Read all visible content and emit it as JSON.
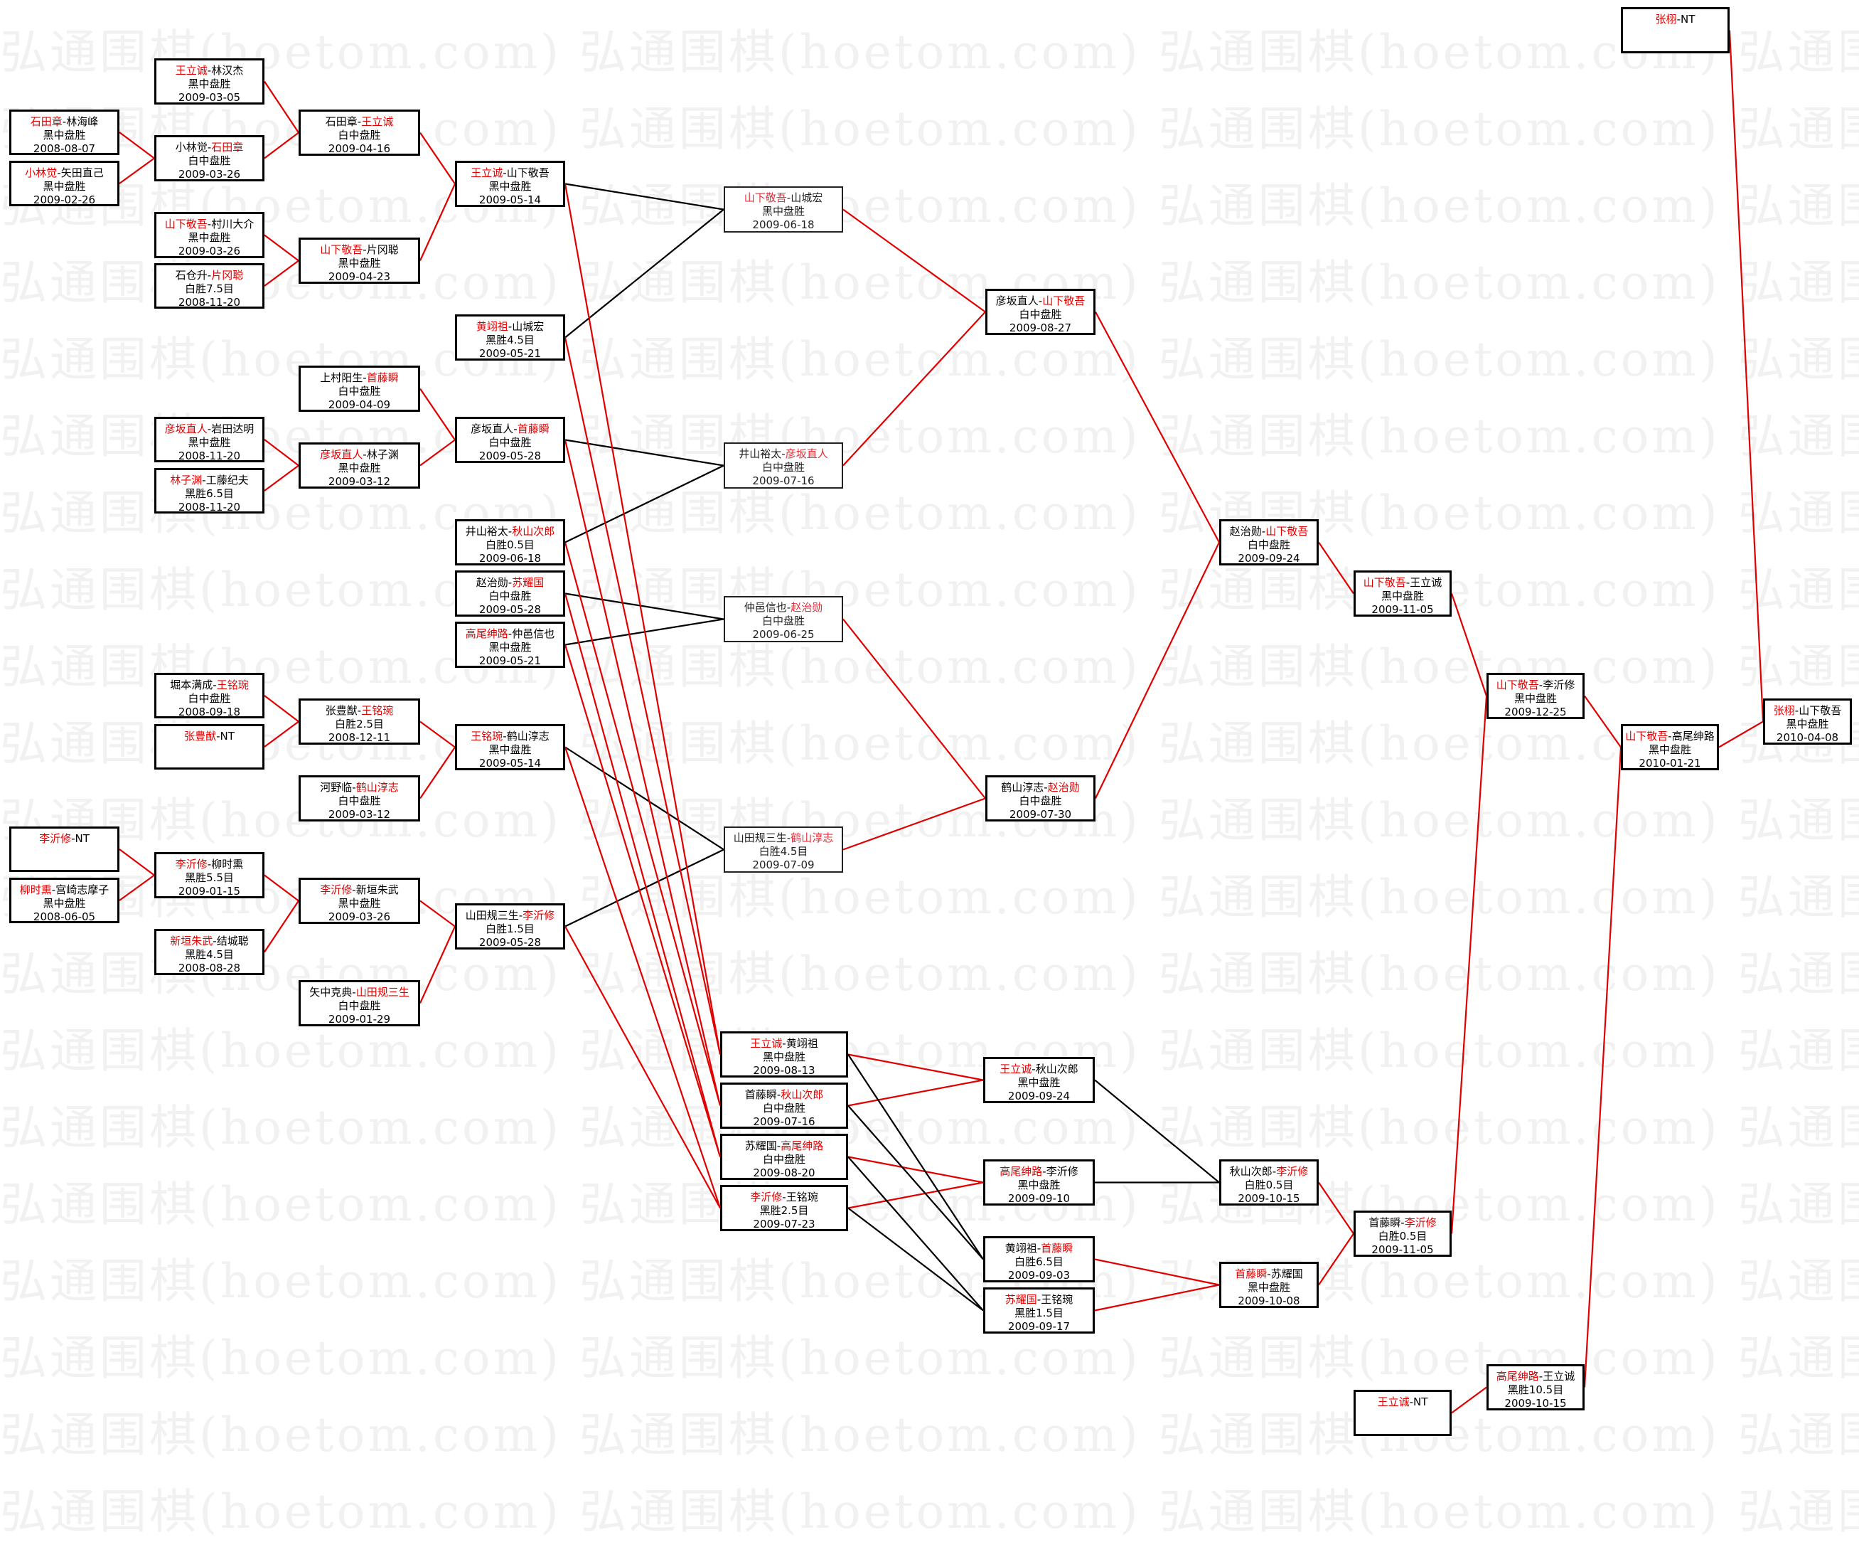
{
  "watermark": "弘通围棋(hoetom.com)",
  "colors": {
    "winner": "#e00000",
    "line_win": "#e00000",
    "line_loss": "#000000"
  },
  "matches": [
    {
      "id": "m_wlc_ljh",
      "p1": "王立诚",
      "p2": "林汉杰",
      "winner": 1,
      "result": "黑中盘胜",
      "date": "2009-03-05"
    },
    {
      "id": "m_stz_lhf",
      "p1": "石田章",
      "p2": "林海峰",
      "winner": 1,
      "result": "黑中盘胜",
      "date": "2008-08-07"
    },
    {
      "id": "m_xlj_ytzj",
      "p1": "小林觉",
      "p2": "矢田直己",
      "winner": 1,
      "result": "黑中盘胜",
      "date": "2009-02-26"
    },
    {
      "id": "m_xlj_stz",
      "p1": "小林觉",
      "p2": "石田章",
      "winner": 2,
      "result": "白中盘胜",
      "date": "2009-03-26"
    },
    {
      "id": "m_stz_wlc",
      "p1": "石田章",
      "p2": "王立诚",
      "winner": 2,
      "result": "白中盘胜",
      "date": "2009-04-16"
    },
    {
      "id": "m_sxjw_cc",
      "p1": "山下敬吾",
      "p2": "村川大介",
      "winner": 1,
      "result": "黑中盘胜",
      "date": "2009-03-26"
    },
    {
      "id": "m_scs_pgc",
      "p1": "石仓升",
      "p2": "片冈聪",
      "winner": 2,
      "result": "白胜7.5目",
      "date": "2008-11-20"
    },
    {
      "id": "m_sxjw_pgc",
      "p1": "山下敬吾",
      "p2": "片冈聪",
      "winner": 1,
      "result": "黑中盘胜",
      "date": "2009-04-23"
    },
    {
      "id": "m_wlc_sxjw",
      "p1": "王立诚",
      "p2": "山下敬吾",
      "winner": 1,
      "result": "黑中盘胜",
      "date": "2009-05-14"
    },
    {
      "id": "m_hxz_scz",
      "p1": "黄翊祖",
      "p2": "山城宏",
      "winner": 1,
      "result": "黑胜4.5目",
      "date": "2009-05-21"
    },
    {
      "id": "m_scys_stx",
      "p1": "上村阳生",
      "p2": "首藤瞬",
      "winner": 2,
      "result": "白中盘胜",
      "date": "2009-04-09"
    },
    {
      "id": "m_hbzr_ytdm",
      "p1": "彦坂直人",
      "p2": "岩田达明",
      "winner": 1,
      "result": "黑中盘胜",
      "date": "2008-11-20"
    },
    {
      "id": "m_lzy_gtjf",
      "p1": "林子渊",
      "p2": "工藤纪夫",
      "winner": 1,
      "result": "黑胜6.5目",
      "date": "2008-11-20"
    },
    {
      "id": "m_hbzr_lzy",
      "p1": "彦坂直人",
      "p2": "林子渊",
      "winner": 1,
      "result": "黑中盘胜",
      "date": "2009-03-12"
    },
    {
      "id": "m_hbzr_stx",
      "p1": "彦坂直人",
      "p2": "首藤瞬",
      "winner": 2,
      "result": "白中盘胜",
      "date": "2009-05-28"
    },
    {
      "id": "m_jsyt_qscl",
      "p1": "井山裕太",
      "p2": "秋山次郎",
      "winner": 2,
      "result": "白胜0.5目",
      "date": "2009-06-18"
    },
    {
      "id": "m_zzx_syg",
      "p1": "赵治勋",
      "p2": "苏耀国",
      "winner": 2,
      "result": "白中盘胜",
      "date": "2009-05-28"
    },
    {
      "id": "m_gwsl_zyxy",
      "p1": "高尾绅路",
      "p2": "仲邑信也",
      "winner": 1,
      "result": "黑中盘胜",
      "date": "2009-05-21"
    },
    {
      "id": "m_jbmc_wmw",
      "p1": "堀本满成",
      "p2": "王铭琬",
      "winner": 2,
      "result": "白中盘胜",
      "date": "2008-09-18"
    },
    {
      "id": "m_zfy_nt",
      "p1": "张豊猷",
      "p2": "NT",
      "winner": 1,
      "result": "",
      "date": ""
    },
    {
      "id": "m_zfy_wmw",
      "p1": "张豊猷",
      "p2": "王铭琬",
      "winner": 2,
      "result": "白胜2.5目",
      "date": "2008-12-11"
    },
    {
      "id": "m_hyl_hsc",
      "p1": "河野临",
      "p2": "鹤山淳志",
      "winner": 2,
      "result": "白中盘胜",
      "date": "2009-03-12"
    },
    {
      "id": "m_wmw_hsc",
      "p1": "王铭琬",
      "p2": "鹤山淳志",
      "winner": 1,
      "result": "黑中盘胜",
      "date": "2009-05-14"
    },
    {
      "id": "m_lyx_nt",
      "p1": "李沂修",
      "p2": "NT",
      "winner": 1,
      "result": "",
      "date": ""
    },
    {
      "id": "m_lsx_gqzmz",
      "p1": "柳时熏",
      "p2": "宫崎志摩子",
      "winner": 1,
      "result": "黑中盘胜",
      "date": "2008-06-05"
    },
    {
      "id": "m_lyx_lsx",
      "p1": "李沂修",
      "p2": "柳时熏",
      "winner": 1,
      "result": "黑胜5.5目",
      "date": "2009-01-15"
    },
    {
      "id": "m_xyzw_jcc",
      "p1": "新垣朱武",
      "p2": "结城聪",
      "winner": 1,
      "result": "黑胜4.5目",
      "date": "2008-08-28"
    },
    {
      "id": "m_lyx_xyzw",
      "p1": "李沂修",
      "p2": "新垣朱武",
      "winner": 1,
      "result": "黑中盘胜",
      "date": "2009-03-26"
    },
    {
      "id": "m_yzkd_ytgss",
      "p1": "矢中克典",
      "p2": "山田规三生",
      "winner": 2,
      "result": "白中盘胜",
      "date": "2009-01-29"
    },
    {
      "id": "m_ytgss_lyx",
      "p1": "山田规三生",
      "p2": "李沂修",
      "winner": 2,
      "result": "白胜1.5目",
      "date": "2009-05-28"
    },
    {
      "id": "m_sxjw_scz",
      "p1": "山下敬吾",
      "p2": "山城宏",
      "winner": 1,
      "result": "黑中盘胜",
      "date": "2009-06-18"
    },
    {
      "id": "m_jsyt_hbzr",
      "p1": "井山裕太",
      "p2": "彦坂直人",
      "winner": 2,
      "result": "白中盘胜",
      "date": "2009-07-16"
    },
    {
      "id": "m_zyxy_zzx",
      "p1": "仲邑信也",
      "p2": "赵治勋",
      "winner": 2,
      "result": "白中盘胜",
      "date": "2009-06-25"
    },
    {
      "id": "m_ytgss_hsc",
      "p1": "山田规三生",
      "p2": "鹤山淳志",
      "winner": 2,
      "result": "白胜4.5目",
      "date": "2009-07-09"
    },
    {
      "id": "m_wlc_hxz",
      "p1": "王立诚",
      "p2": "黄翊祖",
      "winner": 1,
      "result": "黑中盘胜",
      "date": "2009-08-13"
    },
    {
      "id": "m_stx_qscl",
      "p1": "首藤瞬",
      "p2": "秋山次郎",
      "winner": 2,
      "result": "白中盘胜",
      "date": "2009-07-16"
    },
    {
      "id": "m_syg_gwsl",
      "p1": "苏耀国",
      "p2": "高尾绅路",
      "winner": 2,
      "result": "白中盘胜",
      "date": "2009-08-20"
    },
    {
      "id": "m_lyx_wmw",
      "p1": "李沂修",
      "p2": "王铭琬",
      "winner": 1,
      "result": "黑胜2.5目",
      "date": "2009-07-23"
    },
    {
      "id": "m_hbzr_sxjw",
      "p1": "彦坂直人",
      "p2": "山下敬吾",
      "winner": 2,
      "result": "白中盘胜",
      "date": "2009-08-27"
    },
    {
      "id": "m_hsc_zzx",
      "p1": "鹤山淳志",
      "p2": "赵治勋",
      "winner": 2,
      "result": "白中盘胜",
      "date": "2009-07-30"
    },
    {
      "id": "m_wlc_qscl",
      "p1": "王立诚",
      "p2": "秋山次郎",
      "winner": 1,
      "result": "黑中盘胜",
      "date": "2009-09-24"
    },
    {
      "id": "m_gwsl_lyx",
      "p1": "高尾绅路",
      "p2": "李沂修",
      "winner": 1,
      "result": "黑中盘胜",
      "date": "2009-09-10"
    },
    {
      "id": "m_hxz_stx",
      "p1": "黄翊祖",
      "p2": "首藤瞬",
      "winner": 2,
      "result": "白胜6.5目",
      "date": "2009-09-03"
    },
    {
      "id": "m_syg_wmw",
      "p1": "苏耀国",
      "p2": "王铭琬",
      "winner": 1,
      "result": "黑胜1.5目",
      "date": "2009-09-17"
    },
    {
      "id": "m_zzx_sxjw",
      "p1": "赵治勋",
      "p2": "山下敬吾",
      "winner": 2,
      "result": "白中盘胜",
      "date": "2009-09-24"
    },
    {
      "id": "m_qscl_lyx",
      "p1": "秋山次郎",
      "p2": "李沂修",
      "winner": 2,
      "result": "白胜0.5目",
      "date": "2009-10-15"
    },
    {
      "id": "m_stx_syg",
      "p1": "首藤瞬",
      "p2": "苏耀国",
      "winner": 1,
      "result": "黑中盘胜",
      "date": "2009-10-08"
    },
    {
      "id": "m_sxjw_wlc",
      "p1": "山下敬吾",
      "p2": "王立诚",
      "winner": 1,
      "result": "黑中盘胜",
      "date": "2009-11-05"
    },
    {
      "id": "m_stx_lyx",
      "p1": "首藤瞬",
      "p2": "李沂修",
      "winner": 2,
      "result": "白胜0.5目",
      "date": "2009-11-05"
    },
    {
      "id": "m_wlc_nt",
      "p1": "王立诚",
      "p2": "NT",
      "winner": 1,
      "result": "",
      "date": ""
    },
    {
      "id": "m_gwsl_wlc",
      "p1": "高尾绅路",
      "p2": "王立诚",
      "winner": 1,
      "result": "黑胜10.5目",
      "date": "2009-10-15"
    },
    {
      "id": "m_sxjw_lyx",
      "p1": "山下敬吾",
      "p2": "李沂修",
      "winner": 1,
      "result": "黑中盘胜",
      "date": "2009-12-25"
    },
    {
      "id": "m_sxjw_gwsl",
      "p1": "山下敬吾",
      "p2": "高尾绅路",
      "winner": 1,
      "result": "黑中盘胜",
      "date": "2010-01-21"
    },
    {
      "id": "m_zx_nt",
      "p1": "张栩",
      "p2": "NT",
      "winner": 1,
      "result": "",
      "date": ""
    },
    {
      "id": "m_zx_sxjw",
      "p1": "张栩",
      "p2": "山下敬吾",
      "winner": 1,
      "result": "黑中盘胜",
      "date": "2010-04-08"
    }
  ]
}
